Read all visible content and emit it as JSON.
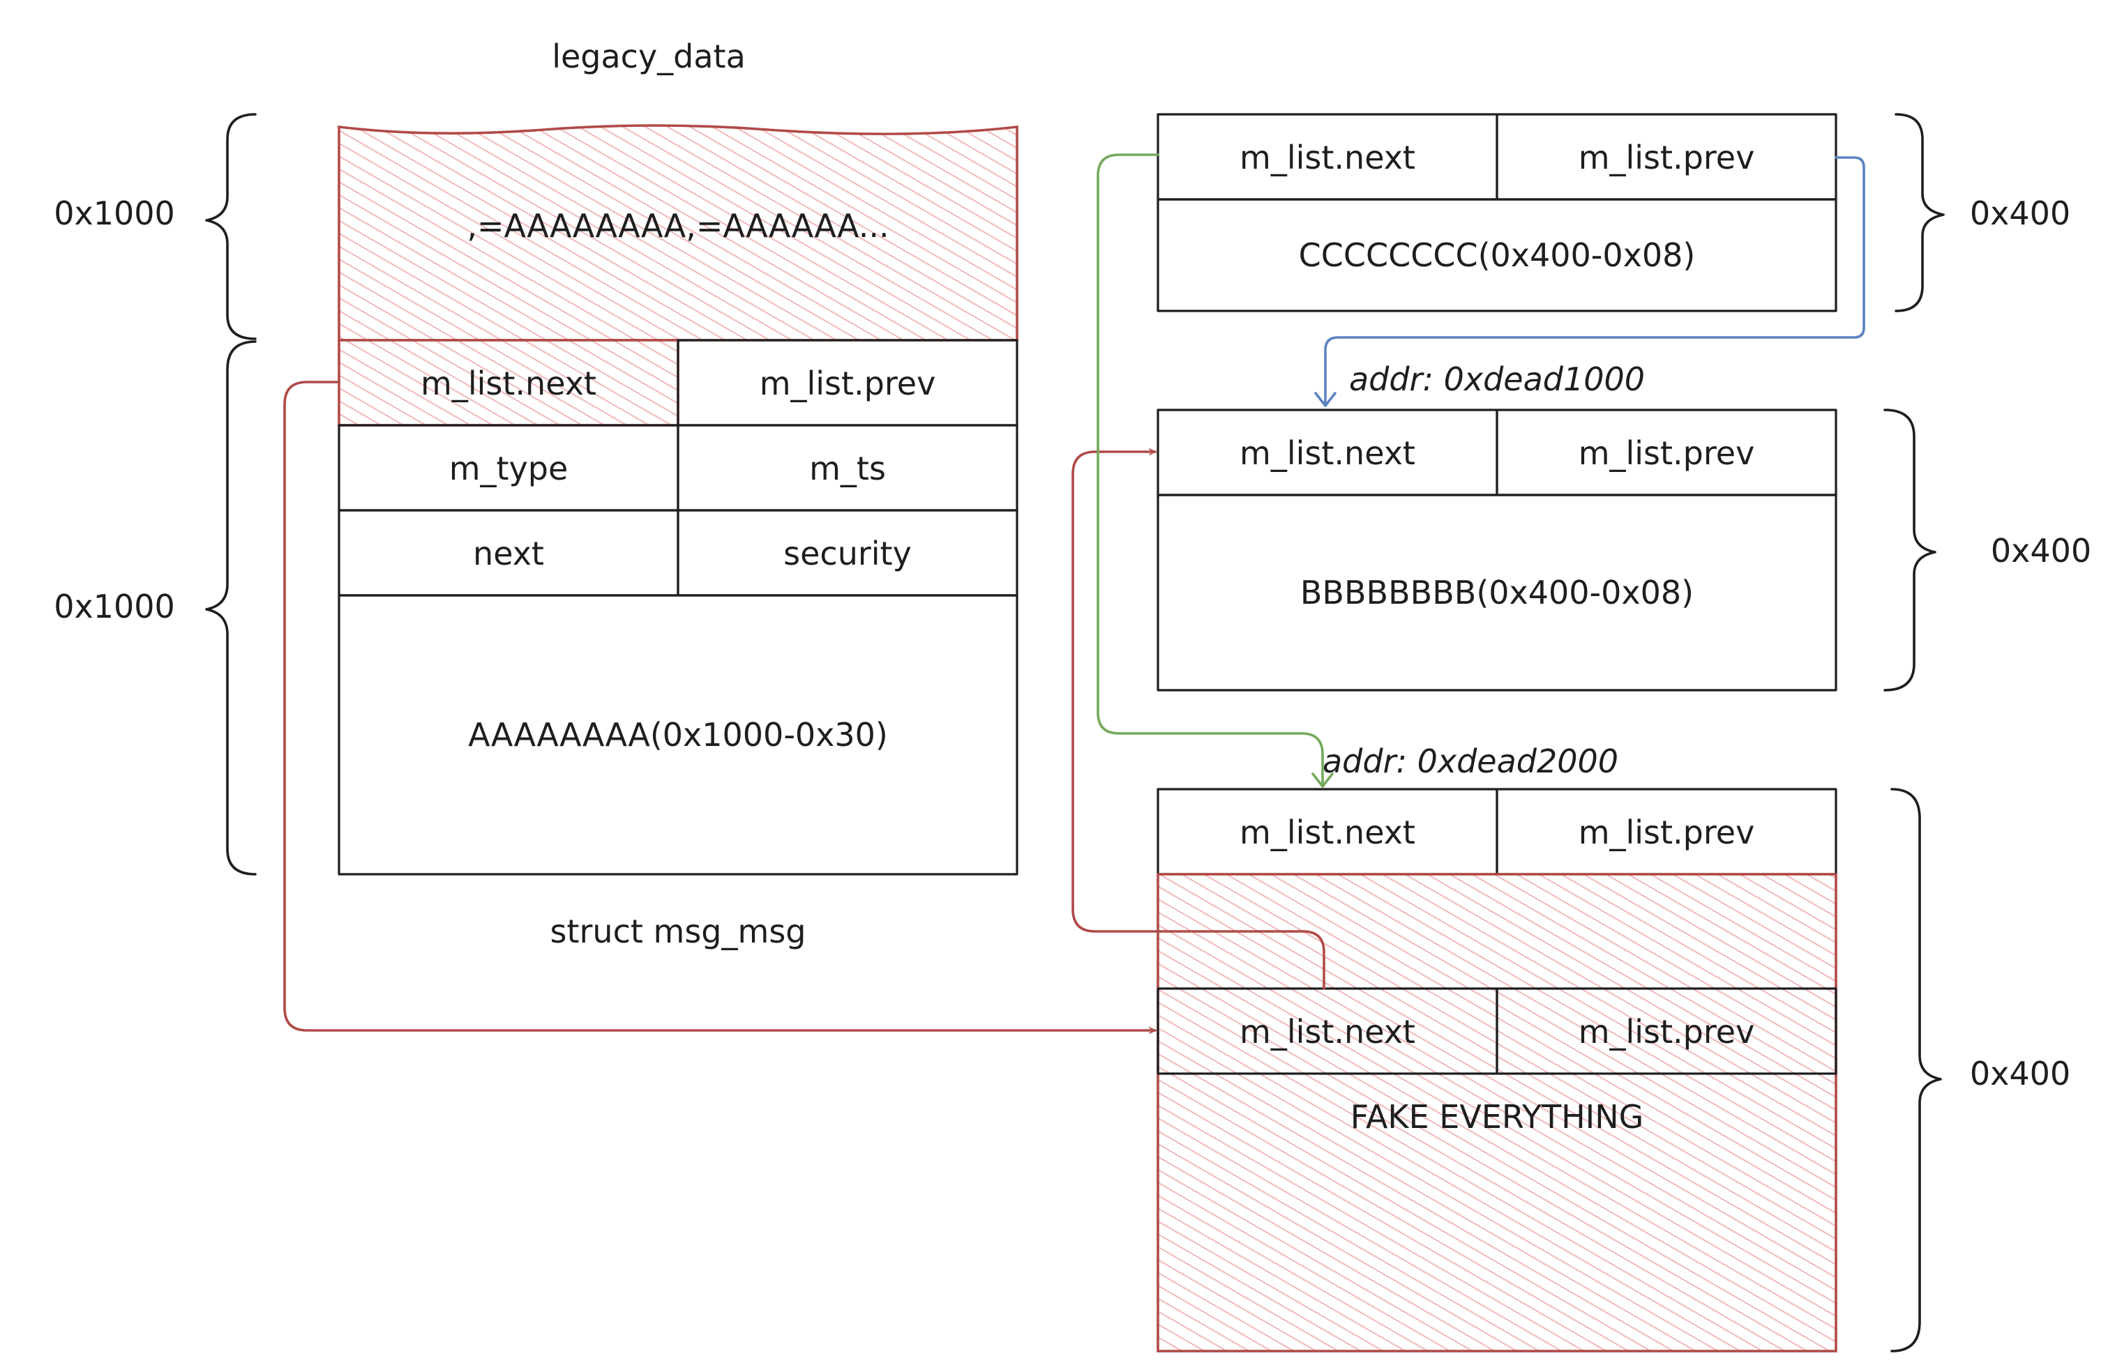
{
  "diagram": {
    "titles": {
      "top": "legacy_data",
      "bottom": "struct msg_msg"
    },
    "left_block": {
      "header_data": ",=AAAAAAAA,=AAAAAA...",
      "rows": [
        [
          "m_list.next",
          "m_list.prev"
        ],
        [
          "m_type",
          "m_ts"
        ],
        [
          "next",
          "security"
        ]
      ],
      "body": "AAAAAAAA(0x1000-0x30)",
      "size_labels": [
        "0x1000",
        "0x1000"
      ]
    },
    "right_blocks": [
      {
        "fields": [
          "m_list.next",
          "m_list.prev"
        ],
        "body": "CCCCCCCC(0x400-0x08)",
        "size": "0x400"
      },
      {
        "addr": "addr: 0xdead1000",
        "fields": [
          "m_list.next",
          "m_list.prev"
        ],
        "body": "BBBBBBBB(0x400-0x08)",
        "size": "0x400"
      },
      {
        "addr": "addr: 0xdead2000",
        "fields": [
          "m_list.next",
          "m_list.prev"
        ],
        "fake_fields": [
          "m_list.next",
          "m_list.prev"
        ],
        "body": "FAKE EVERYTHING",
        "size": "0x400"
      }
    ],
    "colors": {
      "ink": "#1e1e1e",
      "red": "#b04a48",
      "hatch": "#f2b8b8",
      "green": "#74a95b",
      "blue": "#5b83c0"
    }
  }
}
